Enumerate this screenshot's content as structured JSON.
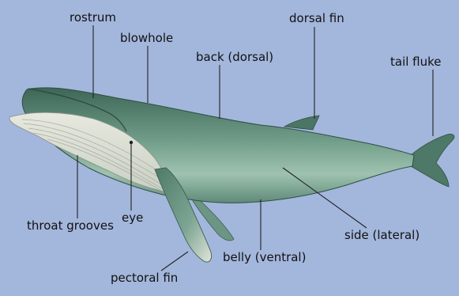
{
  "labels": {
    "rostrum": "rostrum",
    "blowhole": "blowhole",
    "back": "back (dorsal)",
    "dorsal_fin": "dorsal fin",
    "tail_fluke": "tail fluke",
    "eye": "eye",
    "side": "side (lateral)",
    "throat_grooves": "throat grooves",
    "belly": "belly (ventral)",
    "pectoral_fin": "pectoral fin"
  },
  "colors": {
    "background": "#a3b6dc",
    "body_dark": "#3f6b5a",
    "body_light": "#8fb6a4",
    "throat": "#d9ddd2",
    "leader_line": "#222222"
  }
}
